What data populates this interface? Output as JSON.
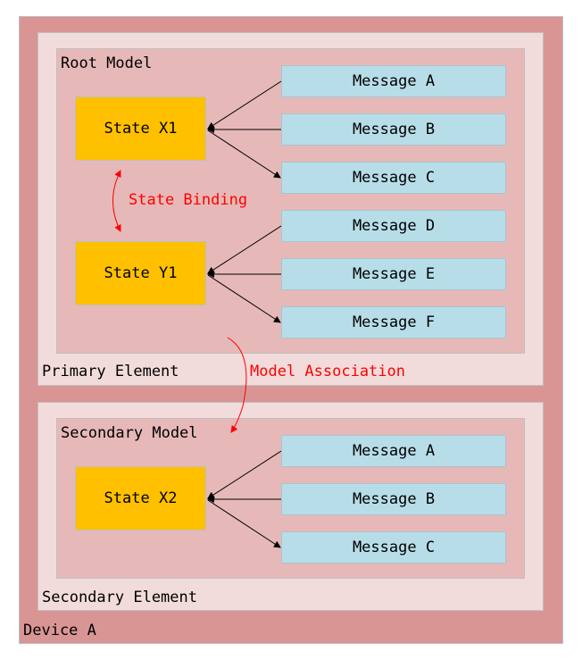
{
  "device": {
    "label": "Device A"
  },
  "primary_element": {
    "label": "Primary Element",
    "model": {
      "label": "Root Model",
      "states": [
        {
          "label": "State X1",
          "messages": [
            "Message A",
            "Message B",
            "Message C"
          ]
        },
        {
          "label": "State Y1",
          "messages": [
            "Message D",
            "Message E",
            "Message F"
          ]
        }
      ]
    }
  },
  "secondary_element": {
    "label": "Secondary Element",
    "model": {
      "label": "Secondary Model",
      "states": [
        {
          "label": "State X2",
          "messages": [
            "Message A",
            "Message B",
            "Message C"
          ]
        }
      ]
    }
  },
  "annotations": {
    "state_binding": "State Binding",
    "model_association": "Model Association"
  },
  "colors": {
    "device": "#d99594",
    "element": "#f2dcdb",
    "model": "#e6b9b8",
    "state": "#ffc000",
    "message": "#b7dde8",
    "annotation": "#ff0000"
  }
}
